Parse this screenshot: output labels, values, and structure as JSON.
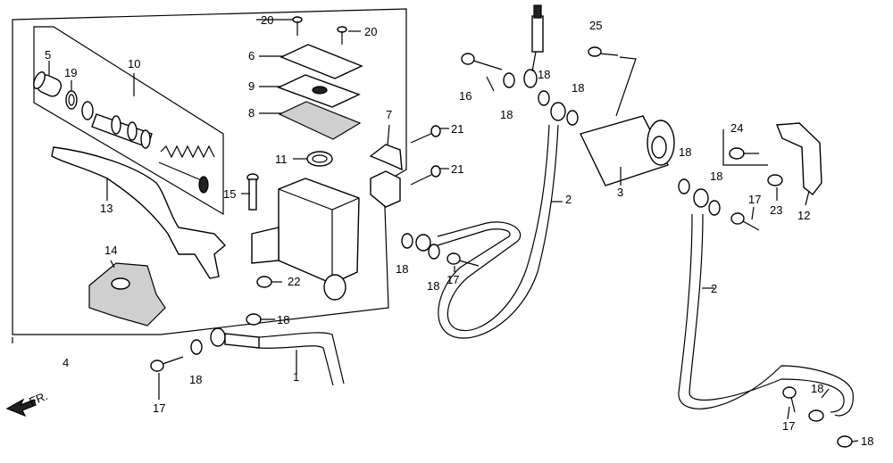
{
  "labels": {
    "p1": "1",
    "p2a": "2",
    "p2b": "2",
    "p3": "3",
    "p4": "4",
    "p5": "5",
    "p6": "6",
    "p7": "7",
    "p8": "8",
    "p9": "9",
    "p10": "10",
    "p11": "11",
    "p12": "12",
    "p13": "13",
    "p14": "14",
    "p15": "15",
    "p16": "16",
    "p17a": "17",
    "p17b": "17",
    "p17c": "17",
    "p17d": "17",
    "p18a": "18",
    "p18b": "18",
    "p18c": "18",
    "p18d": "18",
    "p18e": "18",
    "p18f": "18",
    "p18g": "18",
    "p18h": "18",
    "p18i": "18",
    "p18j": "18",
    "p18k": "18",
    "p19": "19",
    "p20a": "20",
    "p20b": "20",
    "p21a": "21",
    "p21b": "21",
    "p22": "22",
    "p23": "23",
    "p24": "24",
    "p25": "25"
  },
  "direction": {
    "text": "FR."
  }
}
